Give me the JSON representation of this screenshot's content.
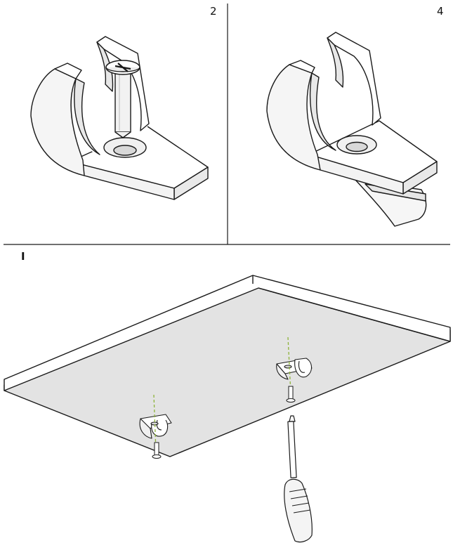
{
  "panels": {
    "top_left": {
      "step_label": "2"
    },
    "top_right": {
      "step_label": "4"
    },
    "bottom": {
      "step_label": "I"
    }
  },
  "colors": {
    "line": "#1a1a1a",
    "face_light": "#ffffff",
    "face_shade": "#f2f2f2",
    "face_dark": "#e6e6e6",
    "board_top": "#e2e2e2",
    "guide_line": "#8db33a",
    "handle": "#f4f4f4"
  },
  "icons": {
    "clip": "shelf-support-clip-icon",
    "screw": "countersunk-screw-icon",
    "screwdriver": "phillips-screwdriver-icon"
  }
}
